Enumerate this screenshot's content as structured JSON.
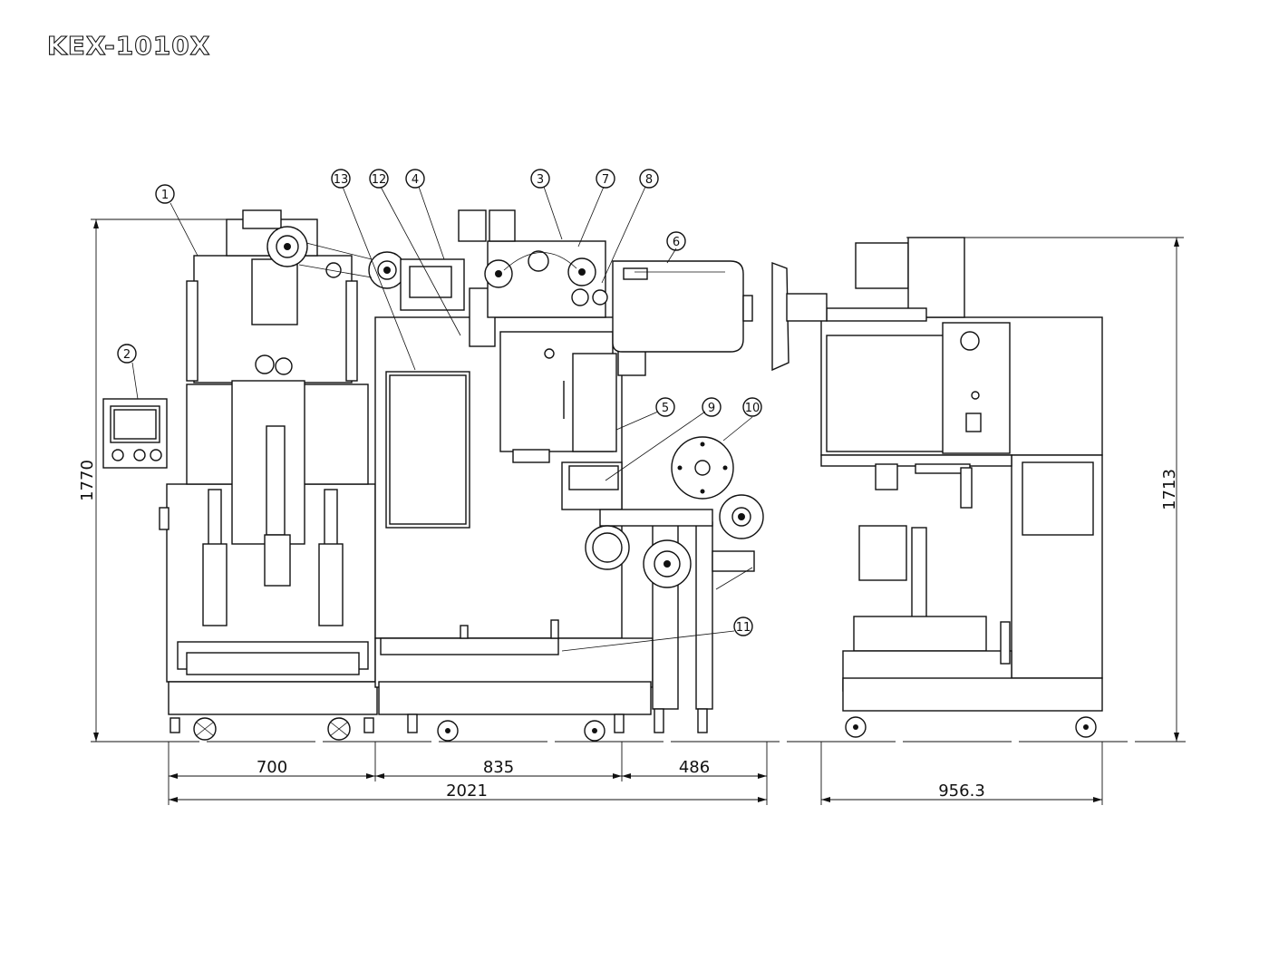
{
  "title": "KEX-1010X",
  "callouts": [
    "1",
    "2",
    "3",
    "4",
    "5",
    "6",
    "7",
    "8",
    "9",
    "10",
    "11",
    "12",
    "13"
  ],
  "dimensions": {
    "front_segment_1": "700",
    "front_segment_2": "835",
    "front_segment_3": "486",
    "front_total": "2021",
    "front_height": "1770",
    "side_width": "956.3",
    "side_height": "1713"
  }
}
